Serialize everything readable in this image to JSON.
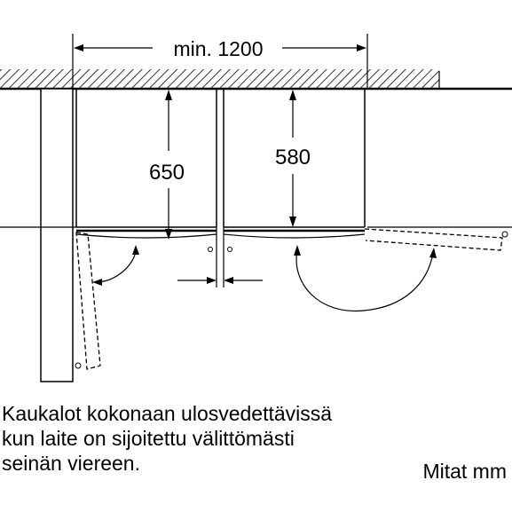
{
  "diagram": {
    "width_label": "min. 1200",
    "left_depth_label": "650",
    "right_depth_label": "580"
  },
  "caption": "Kaukalot kokonaan ulosvedettävissä\nkun laite on sijoitettu välittömästi\nseinän viereen.",
  "units_note": "Mitat mm"
}
